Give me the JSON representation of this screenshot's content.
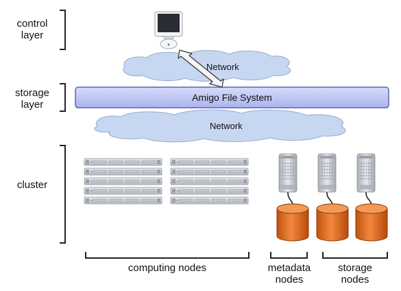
{
  "layers": {
    "control": "control\nlayer",
    "storage": "storage\nlayer",
    "cluster": "cluster"
  },
  "networks": {
    "upper": "Network",
    "lower": "Network"
  },
  "file_system": {
    "label": "Amigo File System"
  },
  "groups": {
    "computing": "computing nodes",
    "metadata": "metadata\nnodes",
    "storage": "storage\nnodes"
  },
  "colors": {
    "cloud_fill": "#c8d8f2",
    "cloud_stroke": "#8fa6cf",
    "fs_fill": "#c4cdf5",
    "fs_stroke": "#5a63b0",
    "disk_fill": "#e06a1e",
    "disk_stroke": "#8a3808",
    "rack_fill": "#d5d8dd",
    "tower_fill": "#c9ccd2"
  },
  "icons": {
    "client": "desktop-computer-icon",
    "compute_node": "rack-server-icon",
    "metadata_server": "tower-server-icon",
    "storage_server": "tower-server-icon",
    "disk": "disk-cylinder-icon",
    "link": "double-arrow-icon"
  }
}
